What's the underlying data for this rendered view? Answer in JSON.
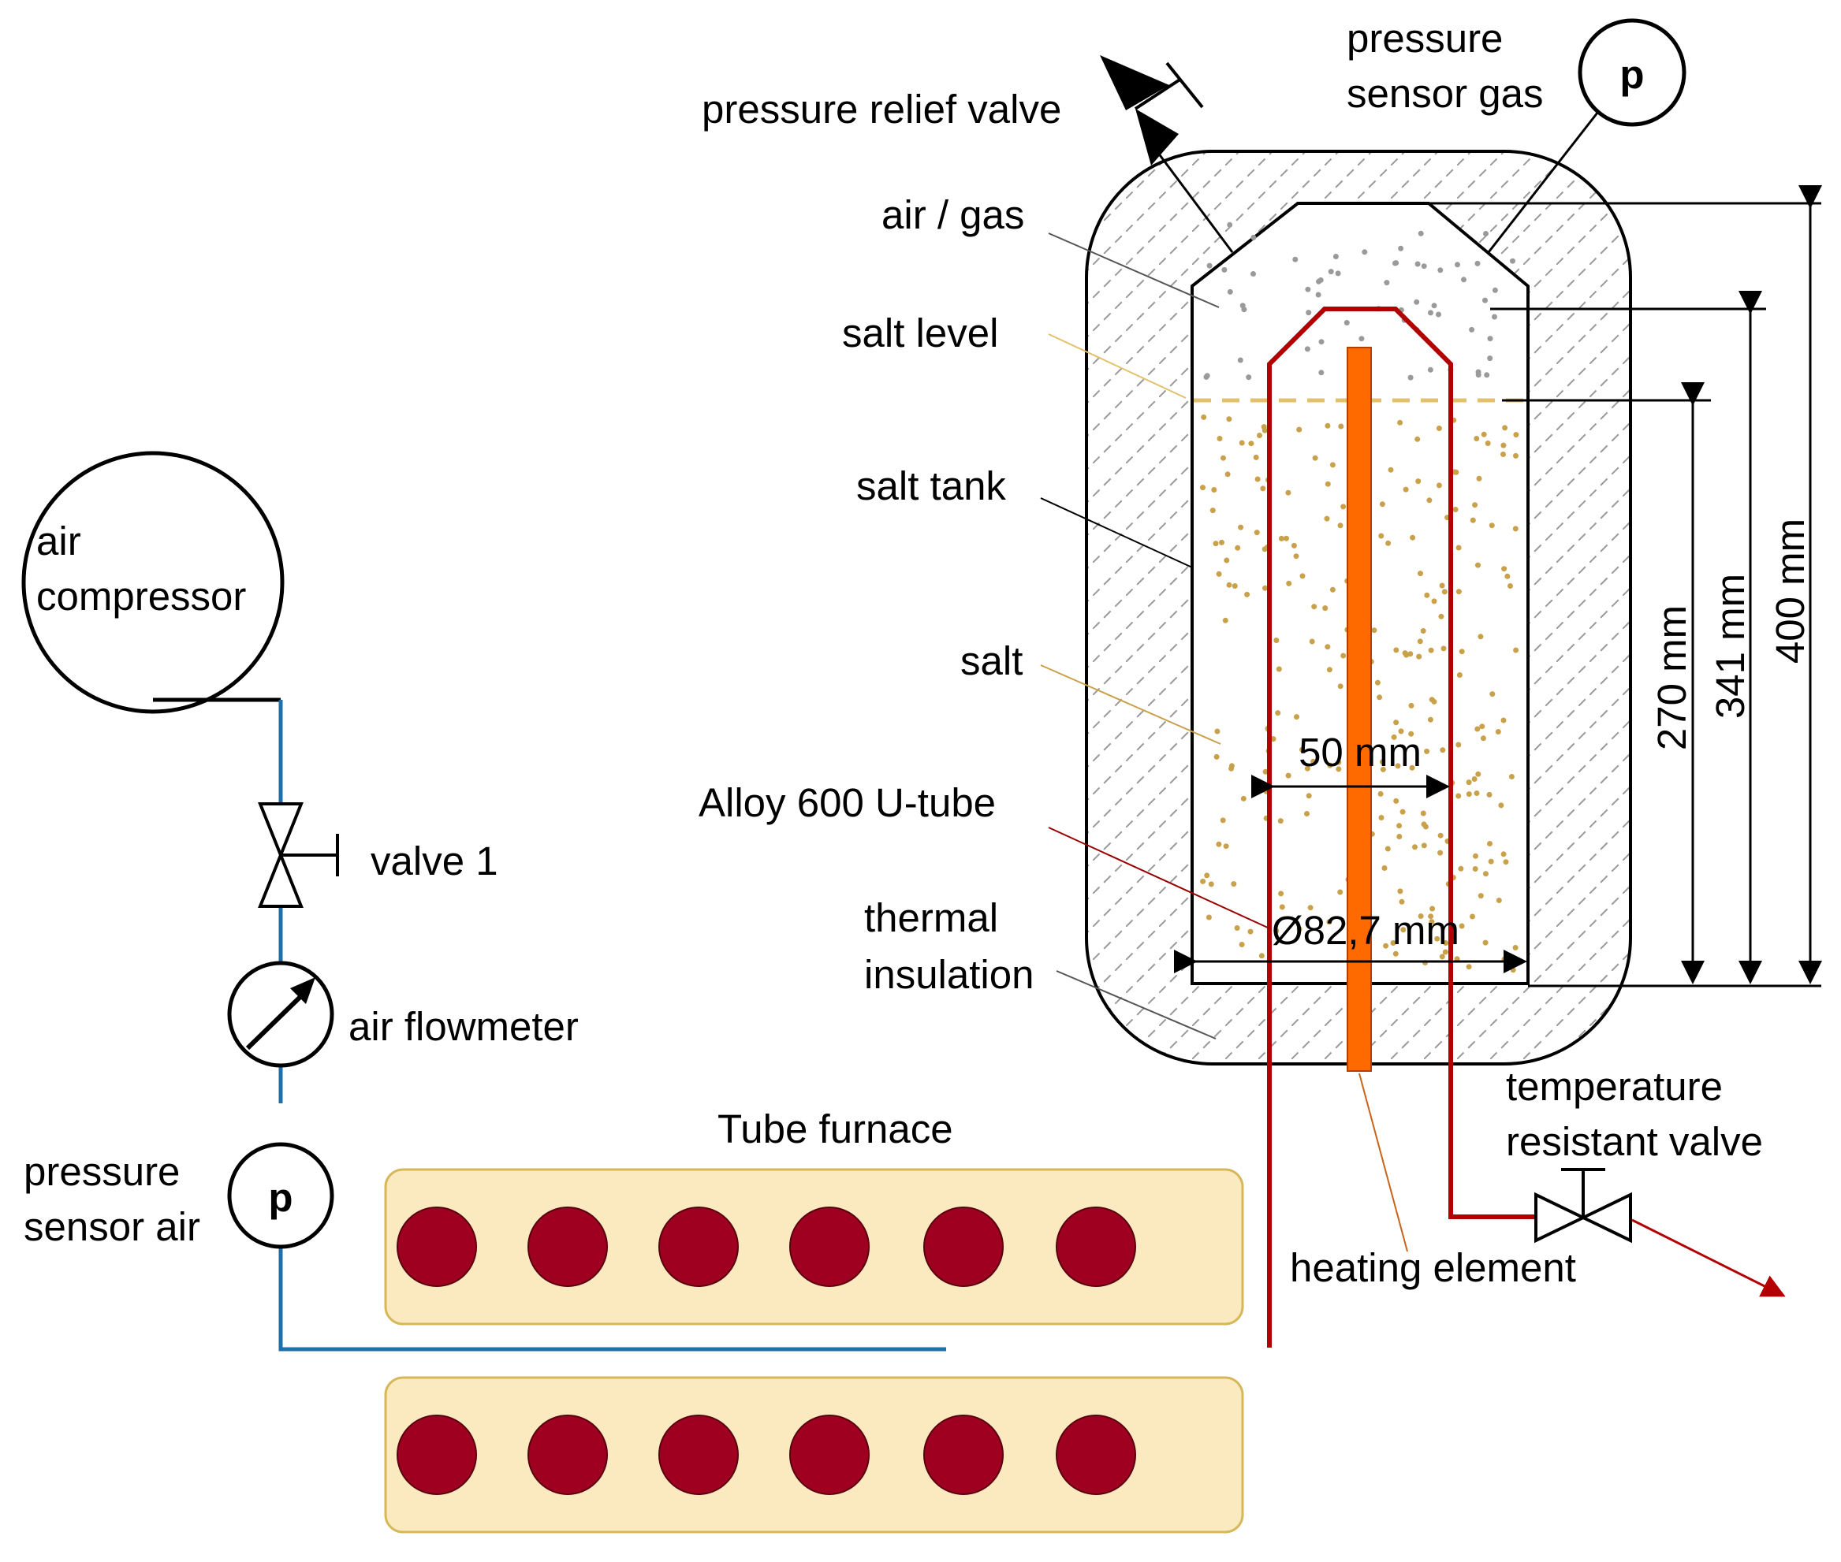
{
  "labels": {
    "pressure_relief_valve": "pressure relief valve",
    "pressure_sensor_gas_line1": "pressure",
    "pressure_sensor_gas_line2": "sensor gas",
    "air_gas": "air / gas",
    "salt_level": "salt level",
    "salt_tank": "salt tank",
    "salt": "salt",
    "alloy_u_tube": "Alloy 600 U-tube",
    "thermal_insulation_line1": "thermal",
    "thermal_insulation_line2": "insulation",
    "air_compressor_line1": "air",
    "air_compressor_line2": "compressor",
    "valve_1": "valve 1",
    "air_flowmeter": "air flowmeter",
    "pressure_sensor_air_line1": "pressure",
    "pressure_sensor_air_line2": "sensor air",
    "tube_furnace": "Tube furnace",
    "temperature_valve_line1": "temperature",
    "temperature_valve_line2": "resistant valve",
    "heating_element": "heating element",
    "pressure_symbol": "p"
  },
  "dimensions": {
    "tank_height": "400 mm",
    "tube_height": "341 mm",
    "salt_height": "270 mm",
    "tube_width": "50 mm",
    "tank_diameter": "Ø82,7 mm"
  },
  "colors": {
    "air_line": "#1f6fa8",
    "u_tube": "#b30000",
    "heating_element": "#ff6a00",
    "heating_element_label": "#c8641a",
    "salt": "#c9a14a",
    "salt_level": "#e3c06a",
    "furnace_fill": "#fbeac0",
    "furnace_stroke": "#d6b85a",
    "furnace_tube": "#a00020",
    "insulation_label": "#555555",
    "u_tube_label": "#990000"
  },
  "furnace_rows": 2,
  "furnace_tubes_per_row": 6
}
